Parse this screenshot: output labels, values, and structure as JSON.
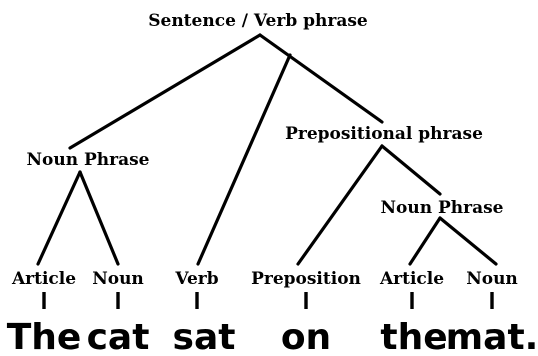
{
  "nodes": {
    "root": "Sentence / Verb phrase",
    "np1": "Noun Phrase",
    "pp": "Prepositional phrase",
    "np2": "Noun Phrase"
  },
  "pos": {
    "article1": "Article",
    "noun1": "Noun",
    "verb": "Verb",
    "preposition": "Preposition",
    "article2": "Article",
    "noun2": "Noun"
  },
  "words": {
    "w1": "The",
    "w2": "cat",
    "w3": "sat",
    "w4": "on",
    "w5": "the",
    "w6": "mat."
  }
}
